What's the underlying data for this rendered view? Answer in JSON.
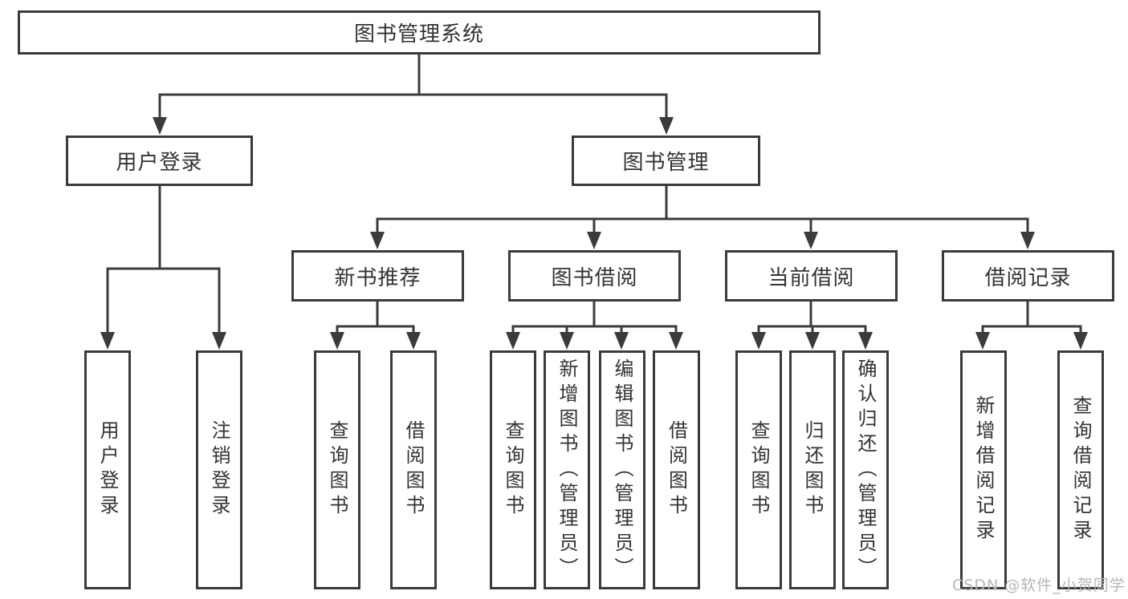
{
  "diagram": {
    "root": "图书管理系统",
    "branches": [
      {
        "label": "用户登录",
        "children": [
          {
            "label": "用户登录"
          },
          {
            "label": "注销登录"
          }
        ]
      },
      {
        "label": "图书管理",
        "sections": [
          {
            "label": "新书推荐",
            "children": [
              {
                "label": "查询图书"
              },
              {
                "label": "借阅图书"
              }
            ]
          },
          {
            "label": "图书借阅",
            "children": [
              {
                "label": "查询图书"
              },
              {
                "label": "新增图书（管理员）"
              },
              {
                "label": "编辑图书（管理员）"
              },
              {
                "label": "借阅图书"
              }
            ]
          },
          {
            "label": "当前借阅",
            "children": [
              {
                "label": "查询图书"
              },
              {
                "label": "归还图书"
              },
              {
                "label": "确认归还（管理员）"
              }
            ]
          },
          {
            "label": "借阅记录",
            "children": [
              {
                "label": "新增借阅记录"
              },
              {
                "label": "查询借阅记录"
              }
            ]
          }
        ]
      }
    ]
  },
  "watermark": {
    "text": "CSDN @软件_小贺同学"
  },
  "colors": {
    "line": "#3b3b3b",
    "border": "#3b3b3b",
    "text": "#333333",
    "node_background": "#ffffff",
    "watermark": "#b9b5b5",
    "background": "#ffffff"
  }
}
